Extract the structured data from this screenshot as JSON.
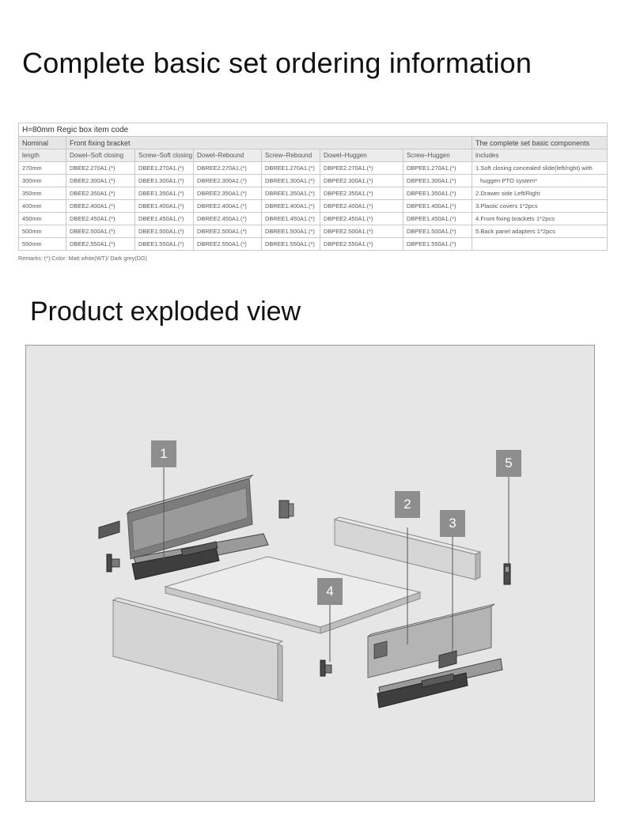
{
  "headings": {
    "ordering": "Complete basic set ordering information",
    "exploded": "Product exploded view"
  },
  "table": {
    "caption": "H=80mm Regic box item code",
    "col_nominal": "Nominal",
    "col_length": "length",
    "col_group": "Front fixing bracket",
    "col_includes_1": "The complete set basic components",
    "col_includes_2": "includes",
    "subheaders": [
      "Dowel–Soft closing",
      "Screw–Soft closing",
      "Dowel–Rebound",
      "Screw–Rebound",
      "Dowel–Huggen",
      "Screw–Huggen"
    ],
    "rows": [
      {
        "length": "270mm",
        "codes": [
          "DBEE2.270A1.(*)",
          "DBEE1.270A1.(*)",
          "DBREE2.270A1.(*)",
          "DBREE1.270A1.(*)",
          "DBPEE2.270A1.(*)",
          "DBPEE1.270A1.(*)"
        ],
        "includes": "1.Soft closing concealed slide(left/right) with"
      },
      {
        "length": "300mm",
        "codes": [
          "DBEE2.300A1.(*)",
          "DBEE1.300A1.(*)",
          "DBREE2.300A1.(*)",
          "DBREE1.300A1.(*)",
          "DBPEE2.300A1.(*)",
          "DBPEE1.300A1.(*)"
        ],
        "includes": "huggen PTO system*"
      },
      {
        "length": "350mm",
        "codes": [
          "DBEE2.350A1.(*)",
          "DBEE1.350A1.(*)",
          "DBREE2.350A1.(*)",
          "DBREE1.350A1.(*)",
          "DBPEE2.350A1.(*)",
          "DBPEE1.350A1.(*)"
        ],
        "includes": "2.Drawer side Left/Right"
      },
      {
        "length": "400mm",
        "codes": [
          "DBEE2.400A1.(*)",
          "DBEE1.400A1.(*)",
          "DBREE2.400A1.(*)",
          "DBREE1.400A1.(*)",
          "DBPEE2.400A1.(*)",
          "DBPEE1.400A1.(*)"
        ],
        "includes": "3.Plastic covers 1*2pcs"
      },
      {
        "length": "450mm",
        "codes": [
          "DBEE2.450A1.(*)",
          "DBEE1.450A1.(*)",
          "DBREE2.450A1.(*)",
          "DBREE1.450A1.(*)",
          "DBPEE2.450A1.(*)",
          "DBPEE1.450A1.(*)"
        ],
        "includes": "4.Front fixing brackets 1*2pcs"
      },
      {
        "length": "500mm",
        "codes": [
          "DBEE2.500A1.(*)",
          "DBEE1.500A1.(*)",
          "DBREE2.500A1.(*)",
          "DBREE1.500A1.(*)",
          "DBPEE2.500A1.(*)",
          "DBPEE1.500A1.(*)"
        ],
        "includes": "5.Back panel adapters 1*2pcs"
      },
      {
        "length": "550mm",
        "codes": [
          "DBEE2.550A1.(*)",
          "DBEE1.550A1.(*)",
          "DBREE2.550A1.(*)",
          "DBREE1.550A1.(*)",
          "DBPEE2.550A1.(*)",
          "DBPEE1.550A1.(*)"
        ],
        "includes": ""
      }
    ]
  },
  "remarks": "Remarks: (*):Color: Matt white(WT)/ Dark grey(DG)",
  "callouts": [
    "1",
    "2",
    "3",
    "4",
    "5"
  ]
}
